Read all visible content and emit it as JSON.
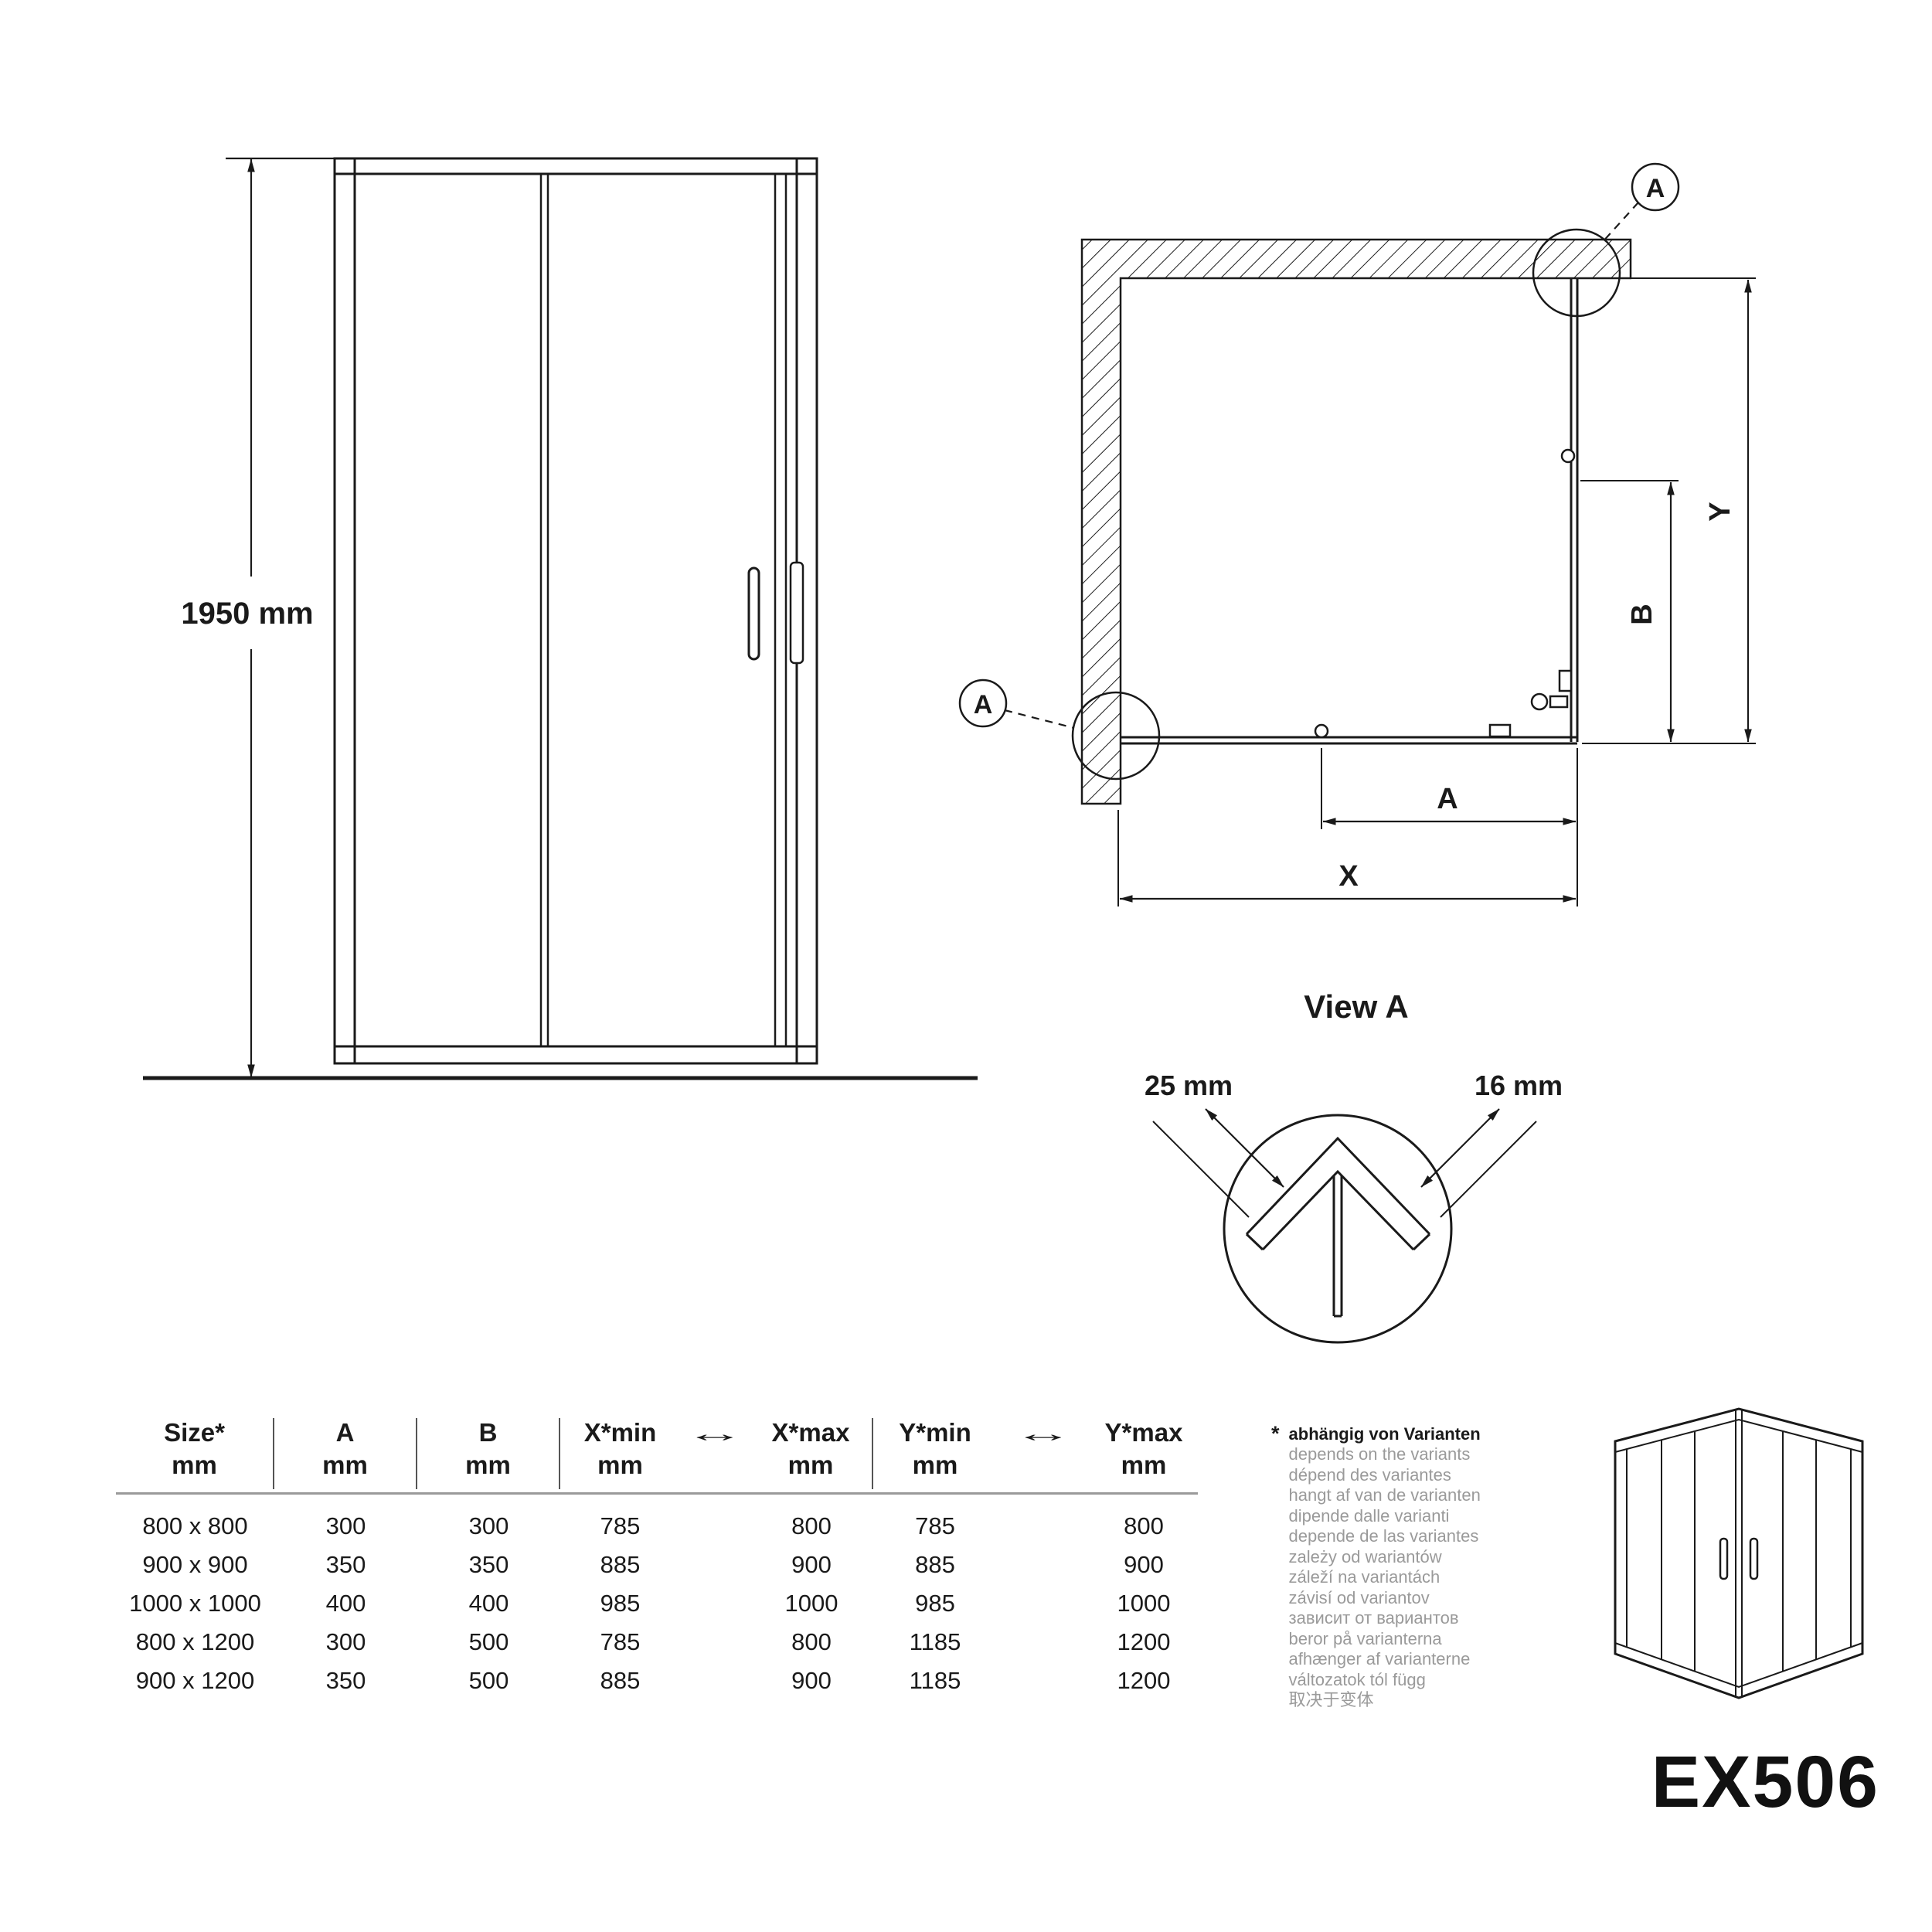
{
  "product": {
    "code": "EX506"
  },
  "front_view": {
    "height": "1950 mm"
  },
  "plan_view": {
    "dim_x": "X",
    "dim_y": "Y",
    "dim_a": "A",
    "dim_b": "B",
    "detail_marker": "A"
  },
  "detail_view": {
    "title": "View A",
    "dim_left": "25 mm",
    "dim_right": "16 mm"
  },
  "table": {
    "unit": "mm",
    "range_arrow": "↔",
    "columns": [
      "Size*",
      "A",
      "B",
      "X*min",
      "X*max",
      "Y*min",
      "Y*max"
    ],
    "rows": [
      {
        "size": "800 x 800",
        "a": "300",
        "b": "300",
        "xmin": "785",
        "xmax": "800",
        "ymin": "785",
        "ymax": "800"
      },
      {
        "size": "900 x 900",
        "a": "350",
        "b": "350",
        "xmin": "885",
        "xmax": "900",
        "ymin": "885",
        "ymax": "900"
      },
      {
        "size": "1000 x 1000",
        "a": "400",
        "b": "400",
        "xmin": "985",
        "xmax": "1000",
        "ymin": "985",
        "ymax": "1000"
      },
      {
        "size": "800 x 1200",
        "a": "300",
        "b": "500",
        "xmin": "785",
        "xmax": "800",
        "ymin": "1185",
        "ymax": "1200"
      },
      {
        "size": "900 x 1200",
        "a": "350",
        "b": "500",
        "xmin": "885",
        "xmax": "900",
        "ymin": "1185",
        "ymax": "1200"
      }
    ]
  },
  "footnote": {
    "symbol": "*",
    "primary": "abhängig von Varianten",
    "translations": [
      "depends on the variants",
      "dépend des variantes",
      "hangt af van de varianten",
      "dipende dalle varianti",
      "depende de las variantes",
      "zależy od wariantów",
      "záleží na variantách",
      "závisí od variantov",
      "зависит от вариантов",
      "beror på varianterna",
      "afhænger af varianterne",
      "változatok tól függ",
      "取决于变体"
    ]
  }
}
